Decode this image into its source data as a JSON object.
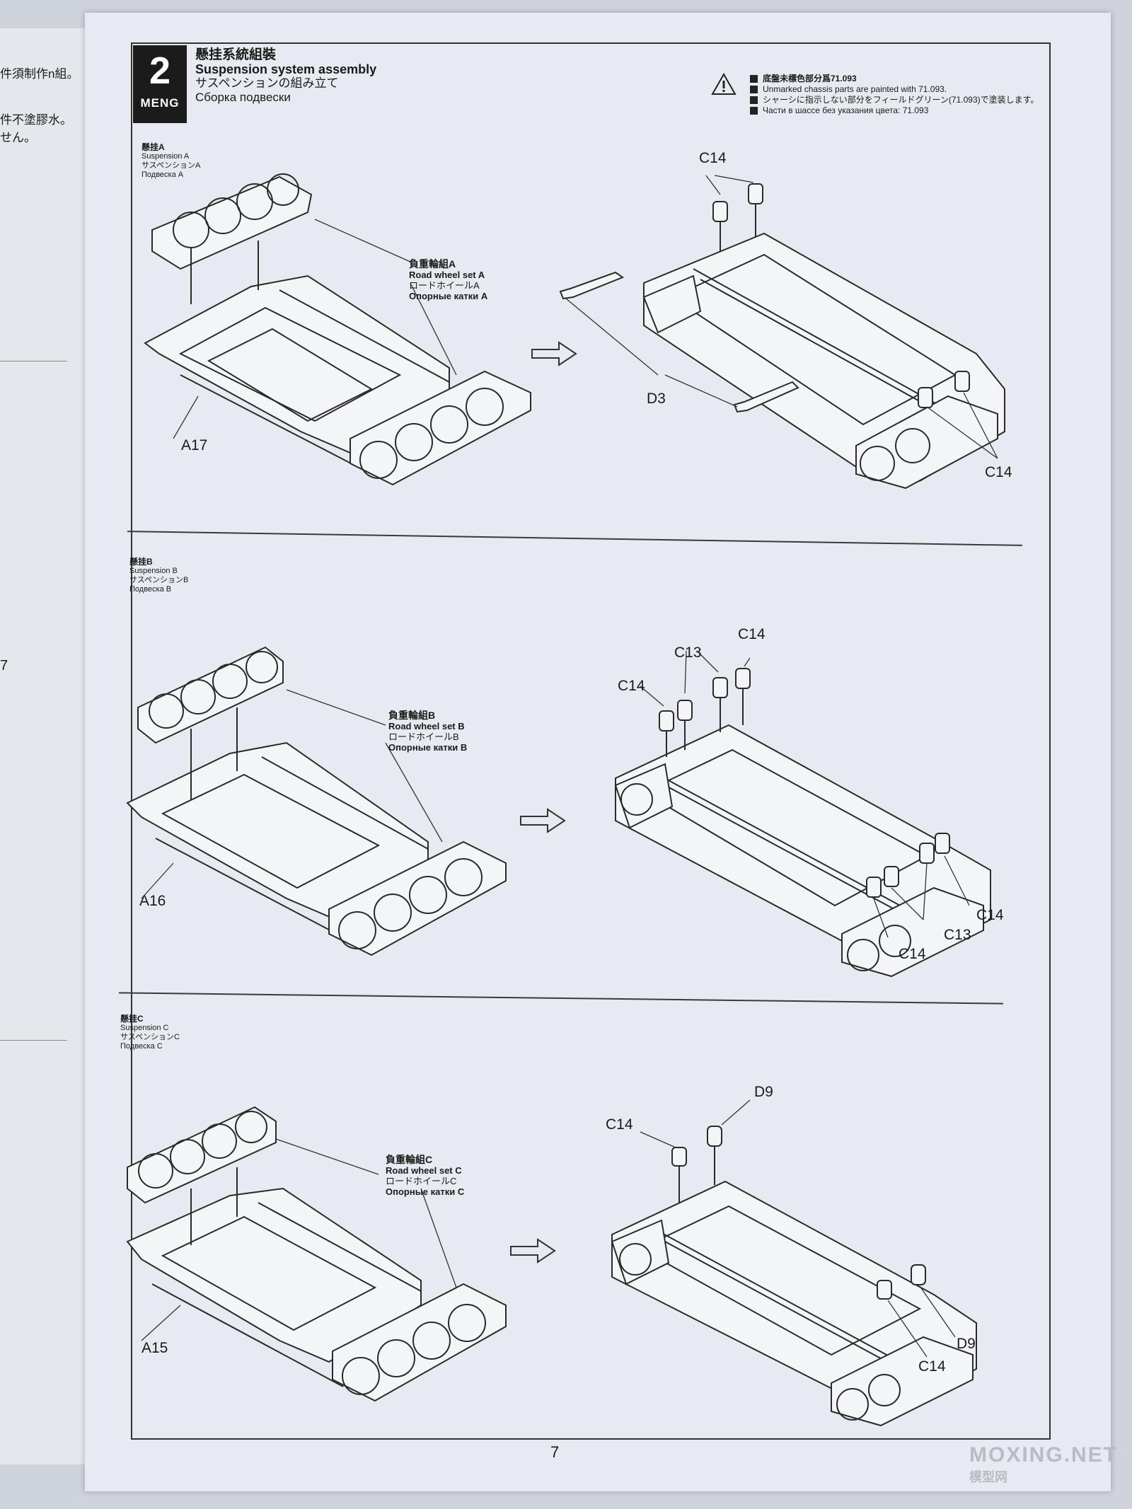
{
  "left_page": {
    "lines": [
      "件須制作n組。",
      "件不塗膠水。",
      "せん。"
    ],
    "stray_number": "7"
  },
  "step": {
    "number": "2",
    "brand": "MENG",
    "title_zh": "懸挂系統組裝",
    "title_en": "Suspension system assembly",
    "title_jp": "サスペンションの組み立て",
    "title_ru": "Сборка подвески"
  },
  "paint_note": {
    "icon": "warning-icon",
    "zh": "底盤未標色部分爲71.093",
    "en": "Unmarked chassis parts are painted with 71.093.",
    "jp": "シャーシに指示しない部分をフィールドグリーン(71.093)で塗装します。",
    "ru": "Части в шассе без указания цвета: 71.093"
  },
  "sections": [
    {
      "label": {
        "zh": "懸挂A",
        "en": "Suspension A",
        "jp": "サスペンションA",
        "ru": "Подвеска A"
      },
      "subassembly": {
        "zh": "負重輪組A",
        "en": "Road wheel set A",
        "jp": "ロードホイールA",
        "ru": "Опорные катки A"
      },
      "frame_part": "A17",
      "callouts": [
        "C14",
        "D3",
        "C14"
      ]
    },
    {
      "label": {
        "zh": "懸挂B",
        "en": "Suspension B",
        "jp": "サスペンションB",
        "ru": "Подвеска B"
      },
      "subassembly": {
        "zh": "負重輪組B",
        "en": "Road wheel set B",
        "jp": "ロードホイールB",
        "ru": "Опорные катки B"
      },
      "frame_part": "A16",
      "callouts": [
        "C14",
        "C13",
        "C14",
        "C14",
        "C13",
        "C14"
      ]
    },
    {
      "label": {
        "zh": "懸挂C",
        "en": "Suspension C",
        "jp": "サスペンションC",
        "ru": "Подвеска C"
      },
      "subassembly": {
        "zh": "負重輪組C",
        "en": "Road wheel set C",
        "jp": "ロードホイールC",
        "ru": "Опорные катки C"
      },
      "frame_part": "A15",
      "callouts": [
        "D9",
        "C14",
        "D9",
        "C14"
      ]
    }
  ],
  "page_number": "7",
  "watermark": {
    "main": "MOXING.NET",
    "sub": "模型网"
  }
}
